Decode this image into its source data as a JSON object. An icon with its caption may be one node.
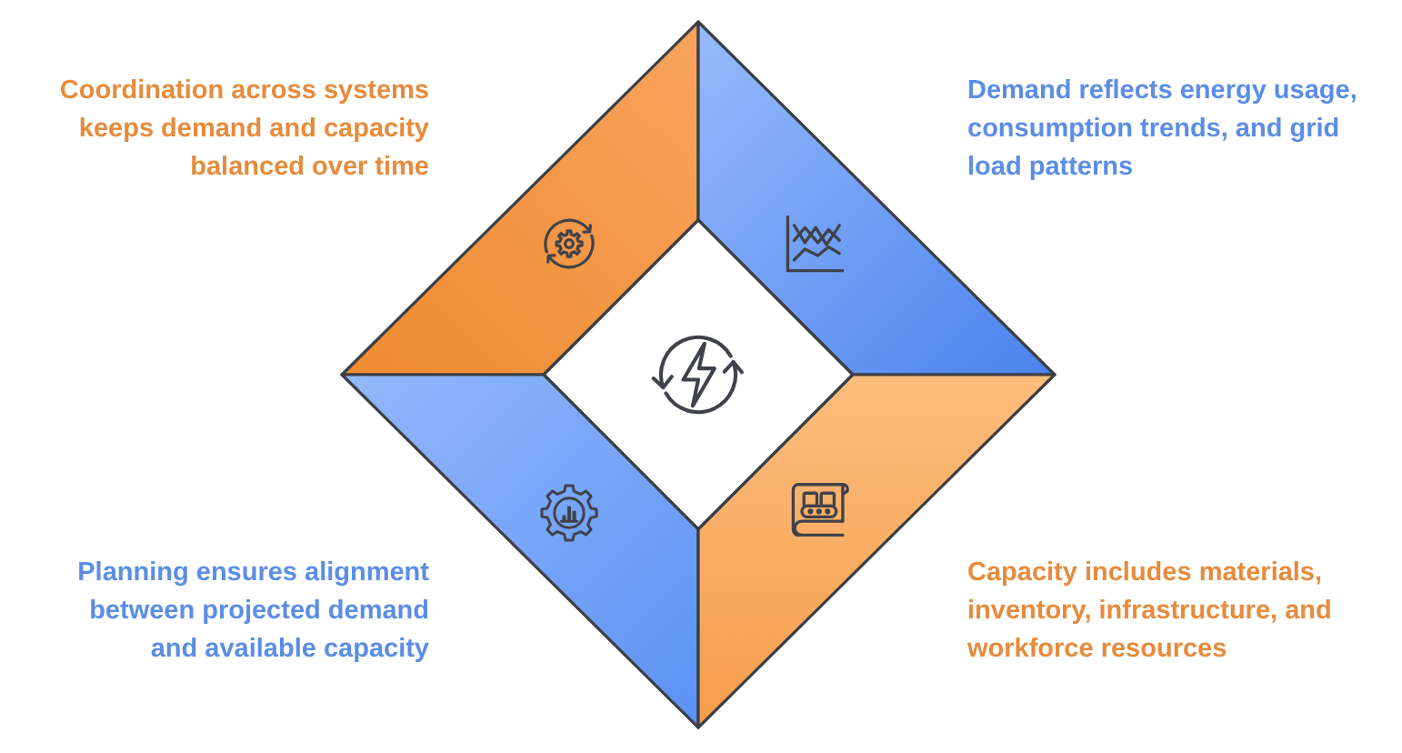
{
  "diagram": {
    "nodes": [
      {
        "text": [],
        "shape": "trapezoid",
        "beside": [
          "Coordination across systems keeps demand and capacity balanced over time"
        ]
      },
      {
        "text": [],
        "shape": "trapezoid",
        "beside": [
          "Demand reflects energy usage, consumption trends, and grid load patterns"
        ]
      },
      {
        "text": [],
        "shape": "diamond"
      },
      {
        "text": [],
        "shape": "trapezoid",
        "beside": [
          "Planning ensures alignment between projected demand and available capacity"
        ]
      },
      {
        "text": [],
        "shape": "trapezoid",
        "beside": [
          "Capacity includes materials, inventory, infrastructure, and workforce resources"
        ]
      }
    ]
  }
}
